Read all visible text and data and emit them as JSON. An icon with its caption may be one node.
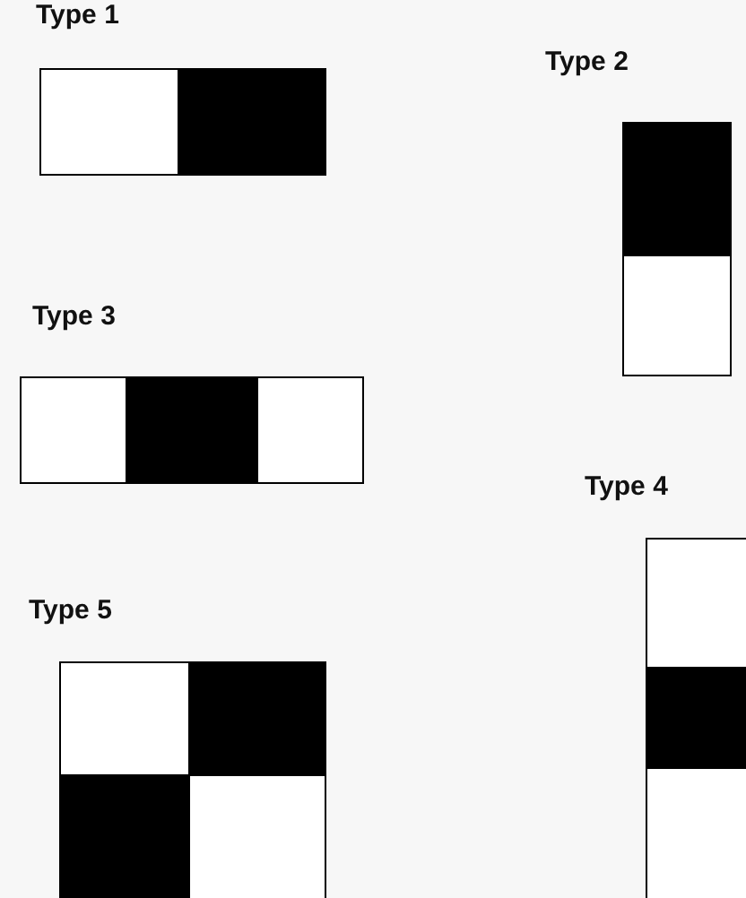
{
  "diagram": {
    "labels": [
      "Type 1",
      "Type 2",
      "Type 3",
      "Type 4",
      "Type 5"
    ]
  }
}
